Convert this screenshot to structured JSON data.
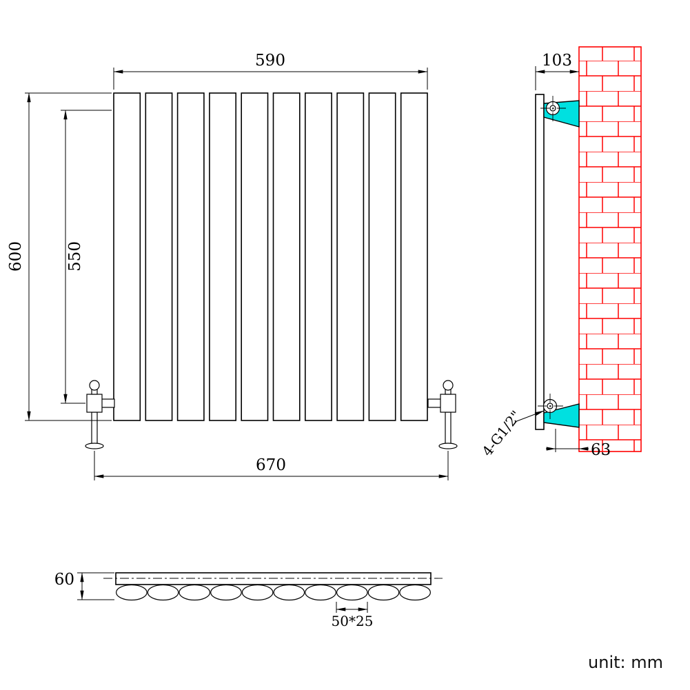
{
  "drawing": {
    "subject": "flat-panel radiator technical drawing (front view, wall-mount side view, bottom section view)",
    "unit_label": "unit: mm",
    "colors": {
      "lines": "#000000",
      "brick_wall": "#ff0000",
      "bracket_fill": "#00e0e0"
    }
  },
  "front_view": {
    "panel_count": 10,
    "dim_top_width": "590",
    "dim_overall_height": "600",
    "dim_inner_height": "550",
    "dim_bottom_width": "670"
  },
  "side_view": {
    "dim_wall_distance": "103",
    "dim_bottom_offset": "63",
    "thread_label": "4-G1/2\""
  },
  "bottom_view": {
    "oval_count": 10,
    "dim_depth": "60",
    "dim_tube_size": "50*25"
  }
}
